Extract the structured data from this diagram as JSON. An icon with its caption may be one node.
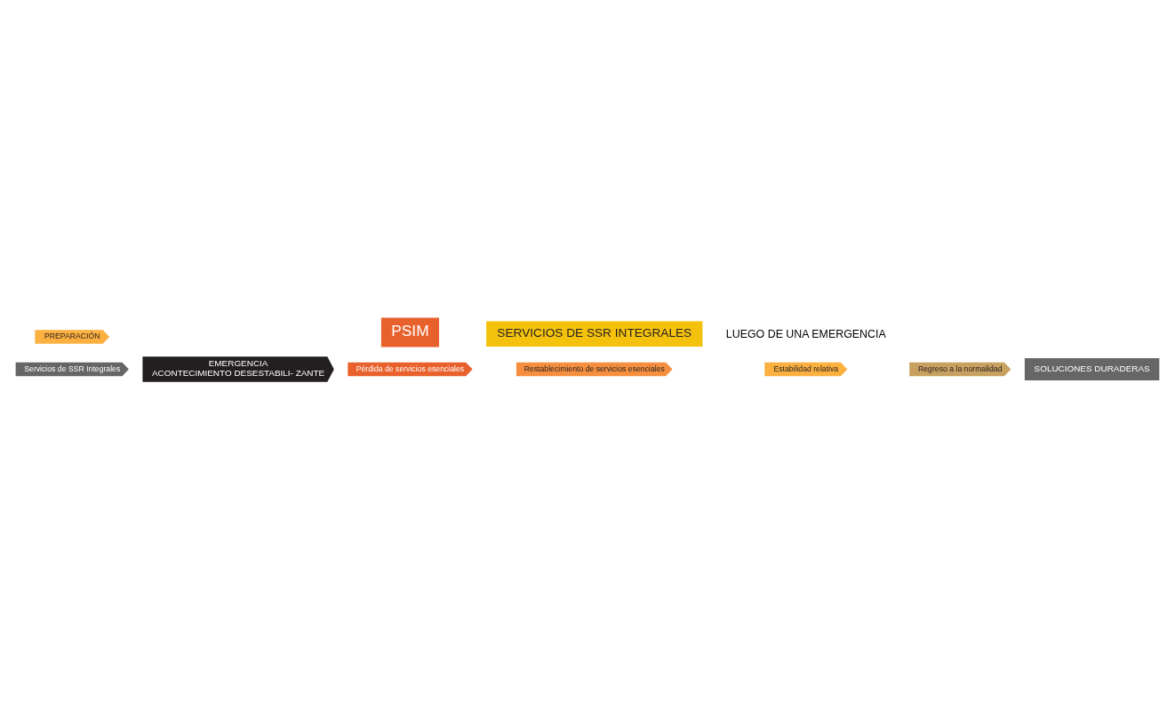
{
  "diagram": {
    "nodes": [
      {
        "text": [
          "Servicios de SSR Integrales"
        ]
      },
      {
        "text": [
          "PREPARACIÓN"
        ]
      },
      {
        "text": [
          "EMERGENCIA",
          "ACONTECIMIENTO DESESTABILI- ZANTE"
        ]
      },
      {
        "text": [
          "Pérdida de servicios esenciales"
        ]
      },
      {
        "text": [
          "Restablecimiento de servicios esenciales"
        ]
      },
      {
        "text": [
          "Estabilidad relativa"
        ]
      },
      {
        "text": [
          "Regreso a la normalidad"
        ]
      },
      {
        "text": [
          "SERVICIOS DE SSR INTEGRALES"
        ]
      },
      {
        "text": [
          "PSIM"
        ]
      },
      {
        "text": [
          "SOLUCIONES DURADERAS"
        ]
      }
    ],
    "edges": [],
    "labels": [
      "LUEGO DE UNA EMERGENCIA"
    ]
  }
}
